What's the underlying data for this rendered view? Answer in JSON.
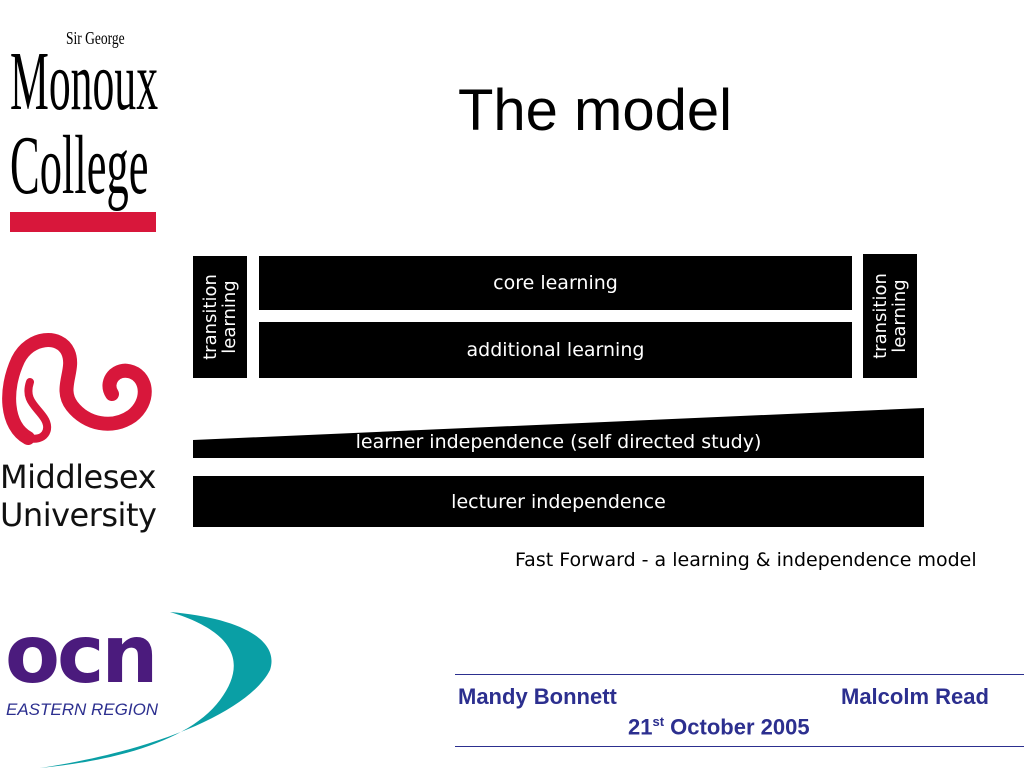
{
  "slide": {
    "title": "The model"
  },
  "logos": {
    "monoux": {
      "line1": "Sir George",
      "line2": "Monoux",
      "line3": "College",
      "accent_color": "#d8173b"
    },
    "middlesex": {
      "line1": "Middlesex",
      "line2": "University",
      "accent_color": "#d8173b"
    },
    "ocn": {
      "wordmark": "ocn",
      "region": "EASTERN REGION",
      "wordmark_color": "#4b1b7d",
      "swoosh_color": "#0a9fa5"
    }
  },
  "diagram": {
    "transition_left": [
      "transition",
      "learning"
    ],
    "core": "core learning",
    "additional": "additional learning",
    "transition_right": [
      "transition",
      "learning"
    ],
    "learner_independence": "learner independence (self directed study)",
    "lecturer_independence": "lecturer independence",
    "caption": "Fast Forward - a learning & independence model"
  },
  "footer": {
    "author_left": "Mandy Bonnett",
    "author_right": "Malcolm Read",
    "date_day": "21",
    "date_suffix": "st",
    "date_rest": " October 2005",
    "color": "#2c2f8f"
  }
}
